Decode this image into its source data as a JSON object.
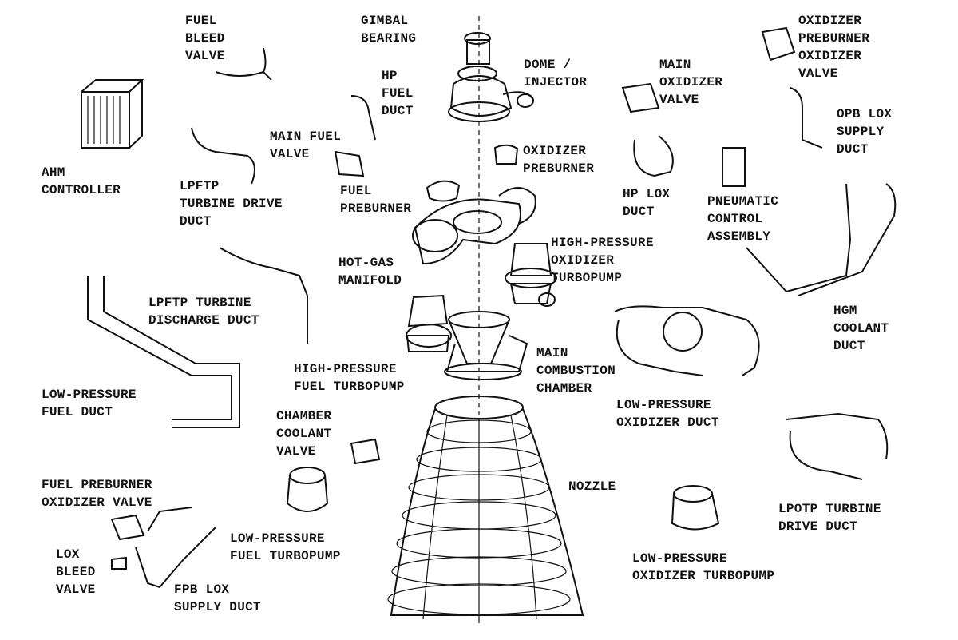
{
  "labels": {
    "fuel_bleed_valve": "FUEL\nBLEED\nVALVE",
    "gimbal_bearing": "GIMBAL\nBEARING",
    "opov": "OXIDIZER\nPREBURNER\nOXIDIZER\nVALVE",
    "dome_injector": "DOME /\nINJECTOR",
    "main_oxidizer_valve": "MAIN\nOXIDIZER\nVALVE",
    "hp_fuel_duct": "HP\nFUEL\nDUCT",
    "opb_lox_supply_duct": "OPB LOX\nSUPPLY\nDUCT",
    "ahm_controller": "AHM\nCONTROLLER",
    "main_fuel_valve": "MAIN FUEL\nVALVE",
    "oxidizer_preburner": "OXIDIZER\nPREBURNER",
    "lpftp_turbine_drive_duct": "LPFTP\nTURBINE DRIVE\nDUCT",
    "fuel_preburner": "FUEL\nPREBURNER",
    "hp_lox_duct": "HP LOX\nDUCT",
    "pneumatic_control_assembly": "PNEUMATIC\nCONTROL\nASSEMBLY",
    "hpotp": "HIGH-PRESSURE\nOXIDIZER\nTURBOPUMP",
    "hot_gas_manifold": "HOT-GAS\nMANIFOLD",
    "lpftp_turbine_discharge_duct": "LPFTP TURBINE\nDISCHARGE DUCT",
    "hgm_coolant_duct": "HGM\nCOOLANT\nDUCT",
    "main_combustion_chamber": "MAIN\nCOMBUSTION\nCHAMBER",
    "hpftp": "HIGH-PRESSURE\nFUEL TURBOPUMP",
    "low_pressure_fuel_duct": "LOW-PRESSURE\nFUEL DUCT",
    "low_pressure_oxidizer_duct": "LOW-PRESSURE\nOXIDIZER DUCT",
    "chamber_coolant_valve": "CHAMBER\nCOOLANT\nVALVE",
    "fpov": "FUEL PREBURNER\nOXIDIZER VALVE",
    "nozzle": "NOZZLE",
    "lpotp_turbine_drive_duct": "LPOTP TURBINE\nDRIVE DUCT",
    "lpftp": "LOW-PRESSURE\nFUEL TURBOPUMP",
    "lpotp": "LOW-PRESSURE\nOXIDIZER TURBOPUMP",
    "lox_bleed_valve": "LOX\nBLEED\nVALVE",
    "fpb_lox_supply_duct": "FPB LOX\nSUPPLY DUCT"
  }
}
